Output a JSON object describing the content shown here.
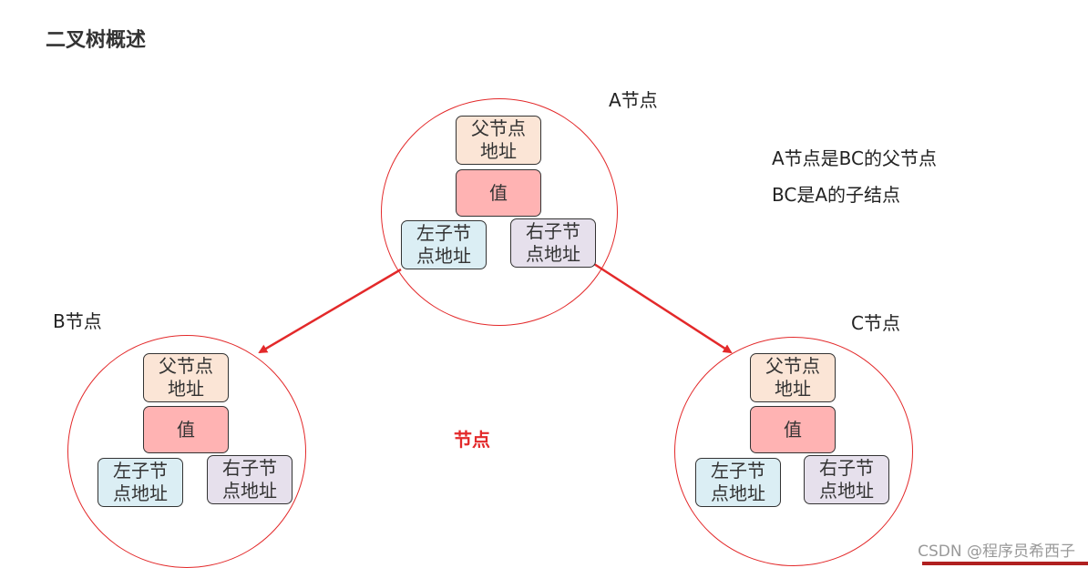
{
  "title": "二叉树概述",
  "node_a": {
    "label": "A节点",
    "parent": [
      "父节点",
      "地址"
    ],
    "value": "值",
    "left": [
      "左子节",
      "点地址"
    ],
    "right": [
      "右子节",
      "点地址"
    ]
  },
  "node_b": {
    "label": "B节点",
    "parent": [
      "父节点",
      "地址"
    ],
    "value": "值",
    "left": [
      "左子节",
      "点地址"
    ],
    "right": [
      "右子节",
      "点地址"
    ]
  },
  "node_c": {
    "label": "C节点",
    "parent": [
      "父节点",
      "地址"
    ],
    "value": "值",
    "left": [
      "左子节",
      "点地址"
    ],
    "right": [
      "右子节",
      "点地址"
    ]
  },
  "notes": [
    "A节点是BC的父节点",
    "BC是A的子结点"
  ],
  "center_label": "节点",
  "watermark": "CSDN @程序员希西子",
  "colors": {
    "circle": "#e3292a",
    "arrow": "#e3292a",
    "parent_box": "#fbe5d6",
    "value_box": "#ffb3b3",
    "left_box": "#dbeef4",
    "right_box": "#e6e0ec"
  }
}
